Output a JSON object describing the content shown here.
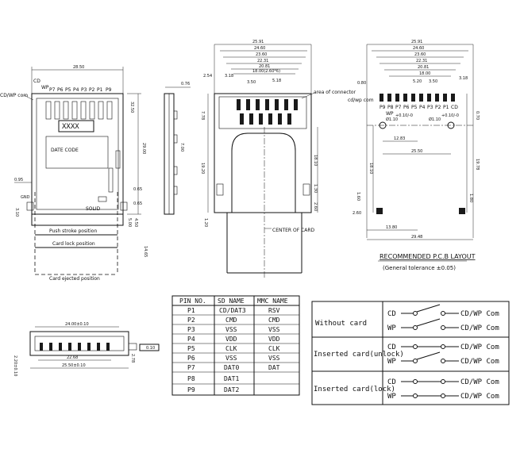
{
  "top_view": {
    "width_dim": "28.50",
    "pin_labels": [
      "CD",
      "WP",
      "P7",
      "P6",
      "P5",
      "P4",
      "P3",
      "P2",
      "P1",
      "P9"
    ],
    "cdwp_label": "CD/WP com",
    "marking": "XXXX",
    "date_code": "DATE CODE",
    "dim_right": "32.50",
    "dim_height": "29.00",
    "dim_left": "0.95",
    "gnd": "GND",
    "dim_310": "3.10",
    "solid": "SOLID",
    "dim_065": "0.65",
    "dim_065b": "0.65",
    "dim_500": "5.00",
    "dim_450": "4.50",
    "dim_1465": "14.65",
    "push_stroke": "Push stroke position",
    "card_lock": "Card lock position",
    "card_ejected": "Card ejected position"
  },
  "side_view": {
    "dim_top": "0.76",
    "dim_mid": "7.00"
  },
  "front_view": {
    "dims": [
      "25.91",
      "24.60",
      "23.60",
      "22.31",
      "20.81",
      "18.00(2.60*6)",
      "3.18",
      "2.54",
      "3.50",
      "5.18"
    ],
    "dim_left": "7.78",
    "dim_1920": "19.20",
    "dim_1810": "18.10",
    "dim_120": "1.20",
    "dim_130": "1.30",
    "dim_260": "2.60",
    "area_label": "area of connector",
    "center_label": "CENTER OF CARD"
  },
  "pcb_layout": {
    "dims": [
      "25.91",
      "24.60",
      "23.60",
      "22.31",
      "20.81",
      "18.00",
      "5.20",
      "3.50",
      "3.18"
    ],
    "dim_080": "0.80",
    "cdwp_label": "cd/wp com",
    "pin_labels": [
      "P9",
      "P8",
      "P7",
      "P6",
      "P5",
      "P4",
      "P3",
      "P2",
      "P1",
      "CD"
    ],
    "wp_label": "WP",
    "hole_left": "Ø1.10",
    "hole_right": "Ø1.10",
    "tol_left": "+0.10/-0",
    "tol_right": "+0.10/-0",
    "dim_right_top": "0.70",
    "dim_1283": "12.83",
    "dim_2550": "25.50",
    "dim_1810": "18.10",
    "dim_1978": "19.78",
    "dim_160": "1.60",
    "dim_260": "2.60",
    "dim_180": "1.80",
    "dim_1380": "13.80",
    "dim_2948": "29.48",
    "title": "RECOMMENDED P.C.B LAYOUT",
    "tolerance": "(General tolerance ±0.05)"
  },
  "bottom_view": {
    "dim_2400": "24.00±0.10",
    "dim_2268": "22.68",
    "dim_2550": "25.50±0.10",
    "dim_left": "2.20±0.10",
    "dim_right": "2.78",
    "flatness": "0.10"
  },
  "pin_table": {
    "headers": [
      "PIN NO.",
      "SD NAME",
      "MMC NAME"
    ],
    "rows": [
      [
        "P1",
        "CD/DAT3",
        "RSV"
      ],
      [
        "P2",
        "CMD",
        "CMD"
      ],
      [
        "P3",
        "VSS",
        "VSS"
      ],
      [
        "P4",
        "VDD",
        "VDD"
      ],
      [
        "P5",
        "CLK",
        "CLK"
      ],
      [
        "P6",
        "VSS",
        "VSS"
      ],
      [
        "P7",
        "DAT0",
        "DAT"
      ],
      [
        "P8",
        "DAT1",
        ""
      ],
      [
        "P9",
        "DAT2",
        ""
      ]
    ]
  },
  "switch_table": {
    "rows": [
      {
        "label": "Without card",
        "cd": "CD",
        "wp": "WP",
        "com1": "CD/WP Com",
        "com2": "CD/WP Com"
      },
      {
        "label": "Inserted card(unlock)",
        "cd": "CD",
        "wp": "WP",
        "com1": "CD/WP Com",
        "com2": "CD/WP Com"
      },
      {
        "label": "Inserted card(lock)",
        "cd": "CD",
        "wp": "WP",
        "com1": "CD/WP Com",
        "com2": "CD/WP Com"
      }
    ]
  }
}
